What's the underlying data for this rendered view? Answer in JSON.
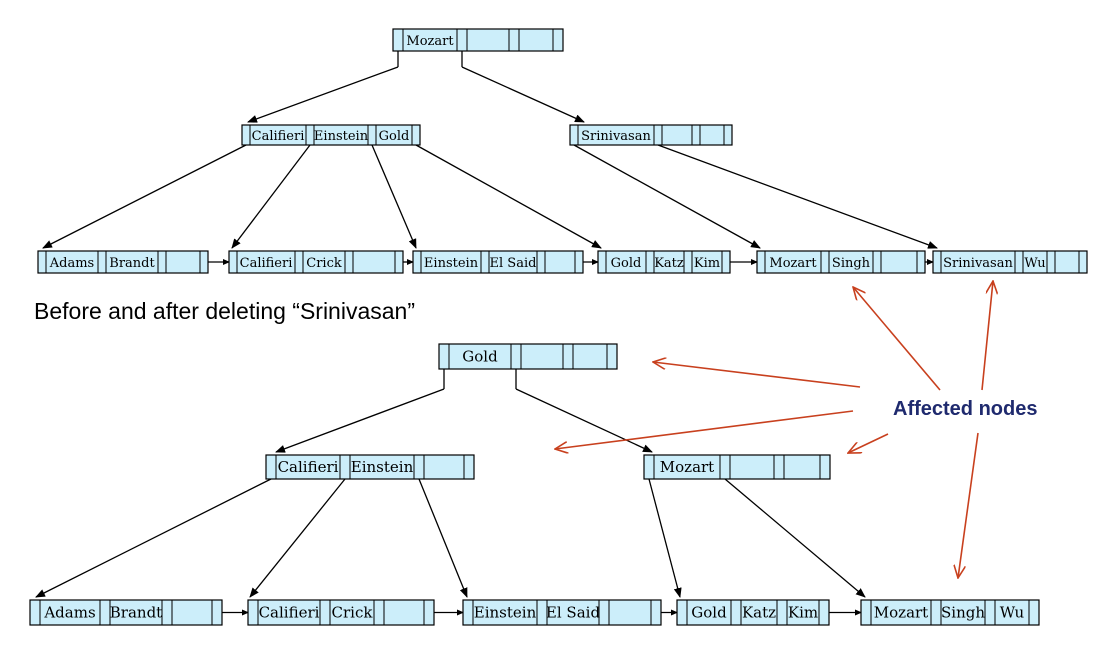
{
  "caption": "Before and after deleting “Srinivasan”",
  "annotation": "Affected nodes",
  "colors": {
    "node_fill": "#cceefa",
    "annotation_arrow": "#c8401e",
    "annotation_text": "#1f2a6e"
  },
  "before": {
    "root": [
      "Mozart"
    ],
    "internal": [
      [
        "Califieri",
        "Einstein",
        "Gold"
      ],
      [
        "Srinivasan"
      ]
    ],
    "leaves": [
      [
        "Adams",
        "Brandt"
      ],
      [
        "Califieri",
        "Crick"
      ],
      [
        "Einstein",
        "El Said"
      ],
      [
        "Gold",
        "Katz",
        "Kim"
      ],
      [
        "Mozart",
        "Singh"
      ],
      [
        "Srinivasan",
        "Wu"
      ]
    ]
  },
  "after": {
    "root": [
      "Gold"
    ],
    "internal": [
      [
        "Califieri",
        "Einstein"
      ],
      [
        "Mozart"
      ]
    ],
    "leaves": [
      [
        "Adams",
        "Brandt"
      ],
      [
        "Califieri",
        "Crick"
      ],
      [
        "Einstein",
        "El Said"
      ],
      [
        "Gold",
        "Katz",
        "Kim"
      ],
      [
        "Mozart",
        "Singh",
        "Wu"
      ]
    ]
  }
}
